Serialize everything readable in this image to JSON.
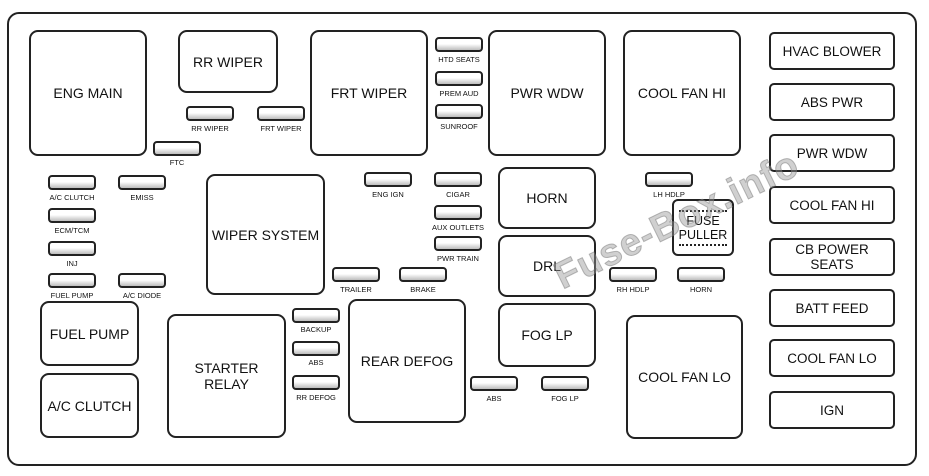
{
  "relays": {
    "eng_main": "ENG MAIN",
    "rr_wiper": "RR WIPER",
    "frt_wiper": "FRT WIPER",
    "pwr_wdw": "PWR WDW",
    "cool_fan_hi": "COOL FAN HI",
    "wiper_system": "WIPER SYSTEM",
    "horn": "HORN",
    "drl": "DRL",
    "fuel_pump": "FUEL PUMP",
    "ac_clutch": "A/C CLUTCH",
    "starter_relay": "STARTER RELAY",
    "rear_defog": "REAR DEFOG",
    "fog_lp": "FOG LP",
    "cool_fan_lo": "COOL FAN LO"
  },
  "fuse_puller": {
    "line1": "FUSE",
    "line2": "PULLER"
  },
  "side_fuses": [
    "HVAC BLOWER",
    "ABS PWR",
    "PWR WDW",
    "COOL FAN HI",
    "CB POWER SEATS",
    "BATT FEED",
    "COOL FAN LO",
    "IGN"
  ],
  "fuses": {
    "htd_seats": "HTD SEATS",
    "prem_aud": "PREM AUD",
    "sunroof": "SUNROOF",
    "rr_wiper": "RR WIPER",
    "frt_wiper": "FRT WIPER",
    "ftc": "FTC",
    "ac_clutch": "A/C CLUTCH",
    "emiss": "EMISS",
    "ecm_tcm": "ECM/TCM",
    "inj": "INJ",
    "fuel_pump": "FUEL PUMP",
    "ac_diode": "A/C DIODE",
    "eng_ign": "ENG IGN",
    "cigar": "CIGAR",
    "aux_outlets": "AUX OUTLETS",
    "pwr_train": "PWR TRAIN",
    "lh_hdlp": "LH HDLP",
    "trailer": "TRAILER",
    "brake": "BRAKE",
    "rh_hdlp": "RH HDLP",
    "horn": "HORN",
    "backup": "BACKUP",
    "abs": "ABS",
    "rr_defog": "RR DEFOG",
    "abs2": "ABS",
    "fog_lp": "FOG LP"
  },
  "watermark": "Fuse-Box.info"
}
